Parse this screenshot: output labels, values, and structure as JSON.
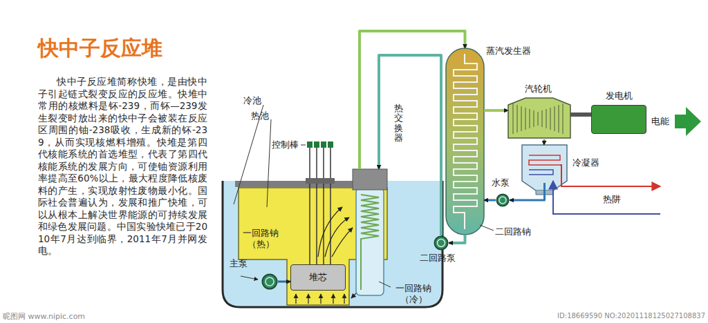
{
  "diagram": {
    "title": "快中子反应堆",
    "caption": "快中子反应堆简称快堆，是由快中子引起链式裂变反应的反应堆。快堆中常用的核燃料是钚-239，而钚—239发生裂变时放出来的快中子会被装在反应区周围的铀-238吸收，生成新的钚-239，从而实现核燃料增殖。快堆是第四代核能系统的首选堆型，代表了第四代核能系统的发展方向，可使铀资源利用率提高至60%以上，最大程度降低核废料的产生，实现放射性废物最小化。国际社会普遍认为，发展和推广快堆，可以从根本上解决世界能源的可持续发展和绿色发展问题。中国实验快堆已于2010年7月达到临界，2011年7月并网发电。",
    "nodes": [
      {
        "text": [
          "主泵"
        ]
      },
      {
        "text": [
          "堆芯"
        ]
      },
      {
        "text": [
          "热交换器"
        ]
      },
      {
        "text": [
          "二回路泵"
        ]
      },
      {
        "text": [
          "蒸汽发生器"
        ]
      },
      {
        "text": [
          "汽轮机"
        ]
      },
      {
        "text": [
          "发电机"
        ]
      },
      {
        "text": [
          "冷凝器"
        ]
      },
      {
        "text": [
          "水泵"
        ]
      }
    ],
    "edges": [
      {
        "from": 0,
        "to": 1,
        "arrow": "to"
      },
      {
        "from": 2,
        "to": 4,
        "arrow": "to"
      },
      {
        "from": 4,
        "to": 3,
        "arrow": "to"
      },
      {
        "from": 3,
        "to": 2,
        "arrow": "to"
      },
      {
        "from": 4,
        "to": 5,
        "arrow": "to"
      },
      {
        "from": 5,
        "to": 7,
        "arrow": "to"
      },
      {
        "from": 7,
        "to": 8,
        "arrow": "to"
      },
      {
        "from": 8,
        "to": 4,
        "arrow": "to"
      },
      {
        "from": 5,
        "to": 6,
        "arrow": "none"
      }
    ],
    "labels": [
      "冷池",
      "热池",
      "控制棒",
      "一回路钠 （热）",
      "一回路钠 （冷）",
      "二回路钠",
      "热阱",
      "电能",
      "昵图网 www.nipic.com",
      "ID:18669590 NO:20201118125027108837"
    ]
  }
}
